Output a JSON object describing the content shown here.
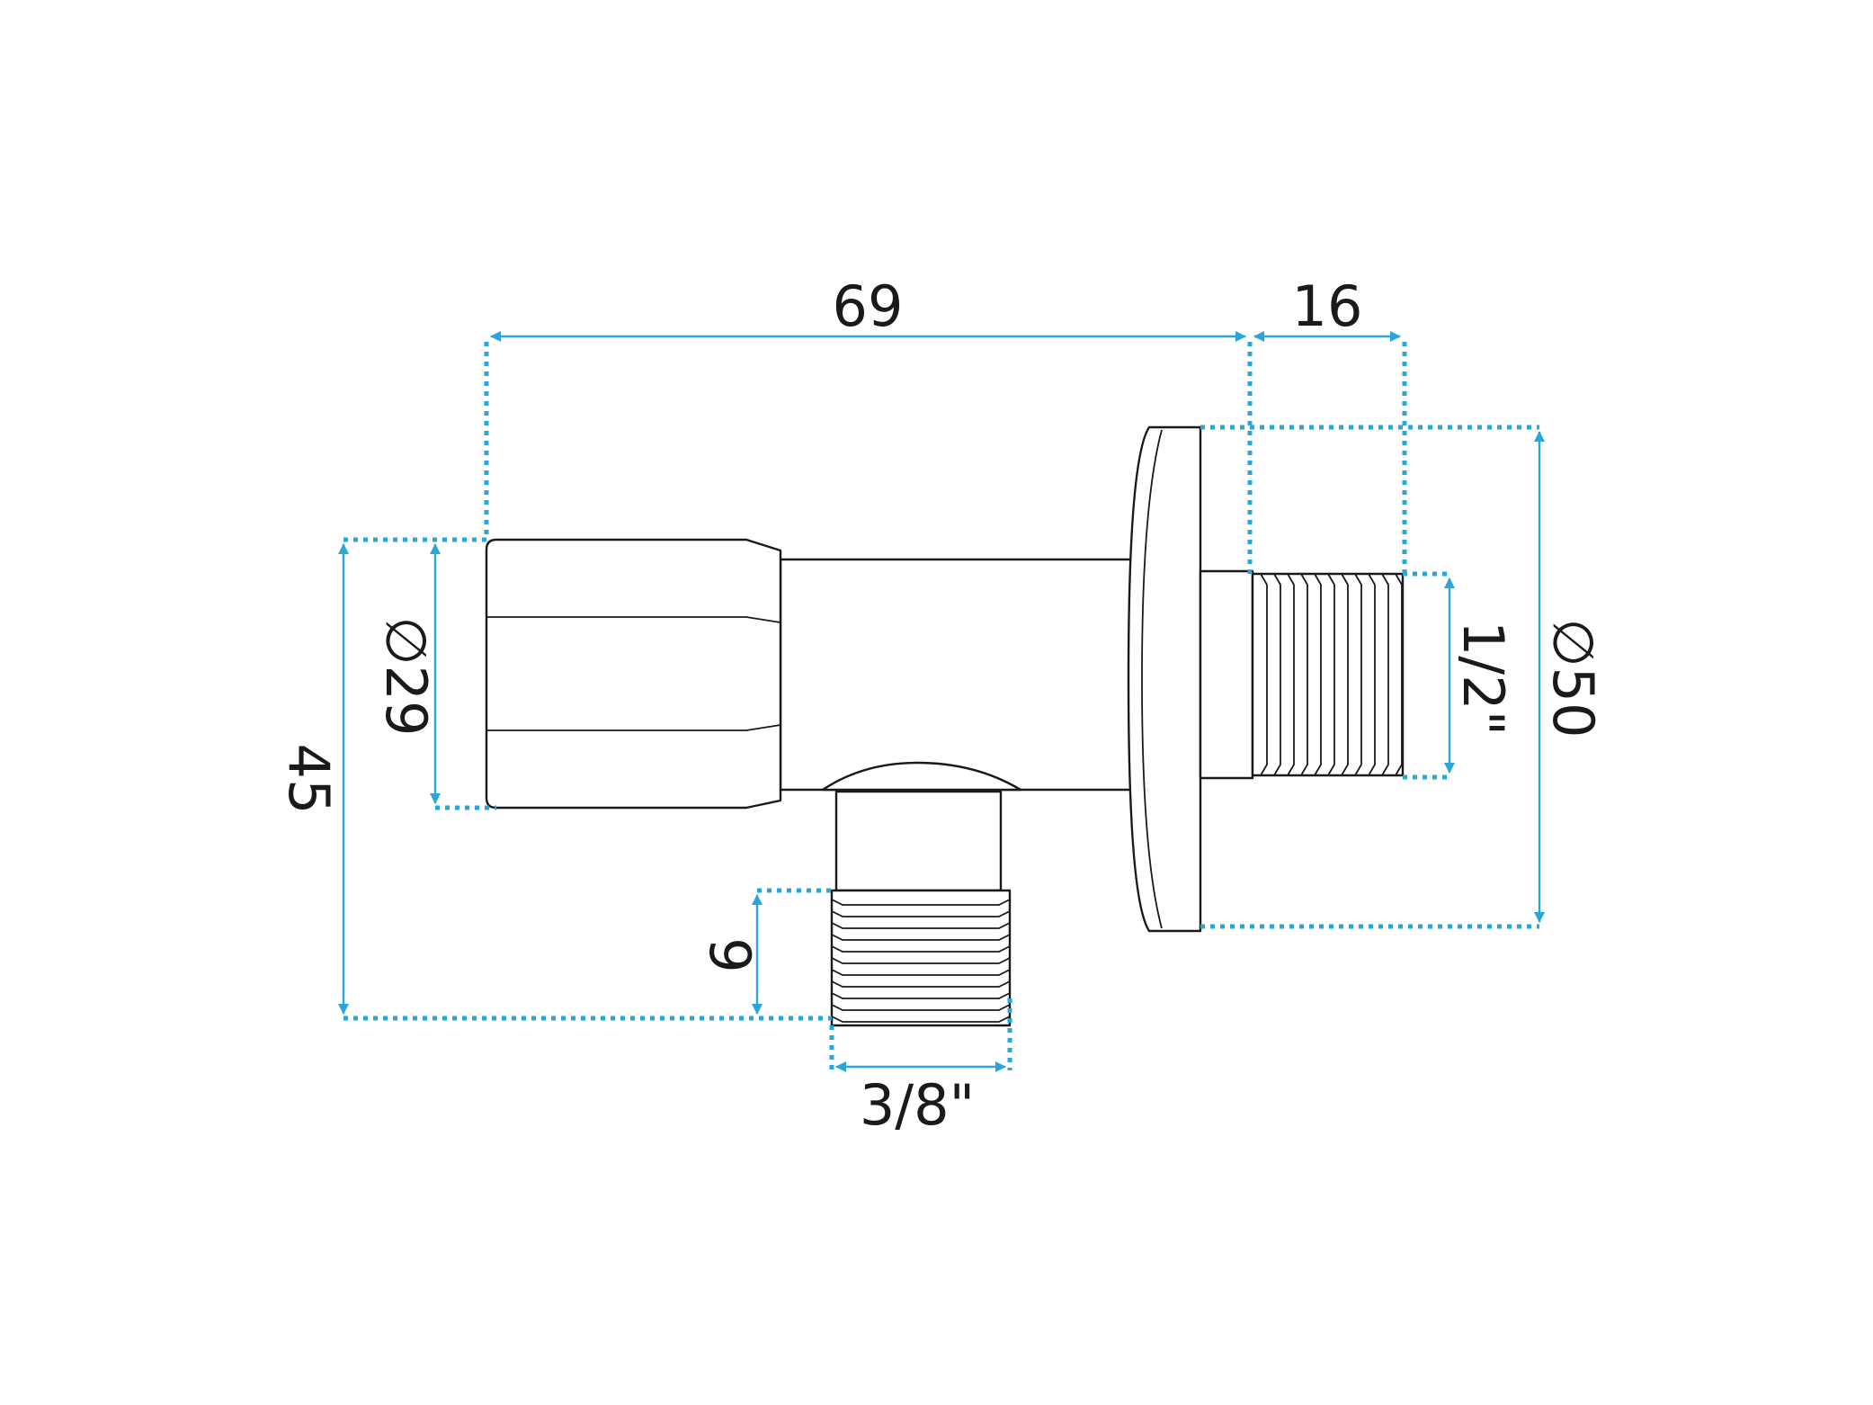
{
  "colors": {
    "dimension": "#2aa6d8",
    "outline": "#1a1a1a",
    "background": "#ffffff"
  },
  "dimensions": {
    "total_length": "69",
    "wall_thread_length": "16",
    "handle_diameter": "∅29",
    "overall_height": "45",
    "flange_diameter": "∅50",
    "inlet_thread": "1/2\"",
    "outlet_thread_length": "9",
    "outlet_thread": "3/8\""
  }
}
